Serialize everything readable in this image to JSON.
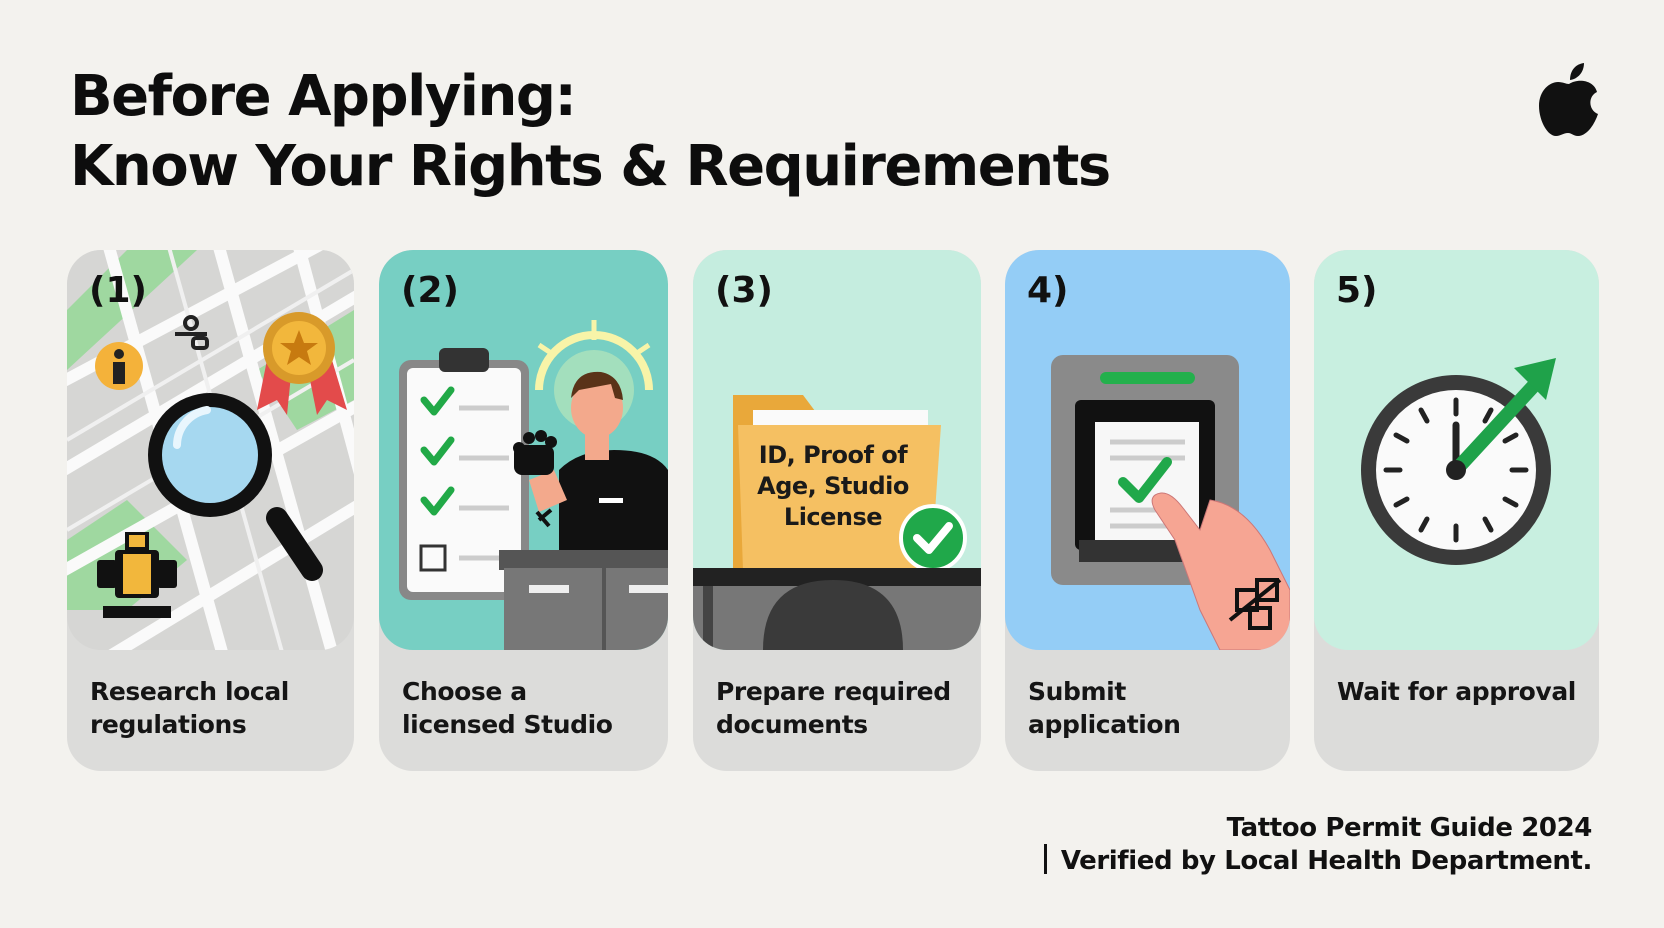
{
  "header": {
    "title_line1": "Before Applying:",
    "title_line2": "Know Your Rights & Requirements",
    "logo_icon": "apple-logo-icon"
  },
  "steps": [
    {
      "number": "(1)",
      "caption": "Research local regulations",
      "icon": "map-magnifier-icon",
      "bg": "#d8d8d6"
    },
    {
      "number": "(2)",
      "caption": "Choose a licensed Studio",
      "icon": "studio-artist-icon",
      "bg": "#77cfc3"
    },
    {
      "number": "(3)",
      "caption": "Prepare required documents",
      "icon": "document-folder-icon",
      "bg": "#c5eddf",
      "folder_label": "ID, Proof of Age, Studio License"
    },
    {
      "number": "4)",
      "caption": "Submit application",
      "icon": "submit-kiosk-icon",
      "bg": "#94cdf6"
    },
    {
      "number": "5)",
      "caption": "Wait for approval",
      "icon": "clock-icon",
      "bg": "#c8efe0"
    }
  ],
  "footer": {
    "line1": "Tattoo Permit Guide 2024",
    "line2": "Verified by Local Health Department."
  },
  "colors": {
    "background": "#f3f2ee",
    "card_gray": "#dcdcda",
    "check_green": "#22b04a",
    "folder_yellow": "#f5c062"
  }
}
